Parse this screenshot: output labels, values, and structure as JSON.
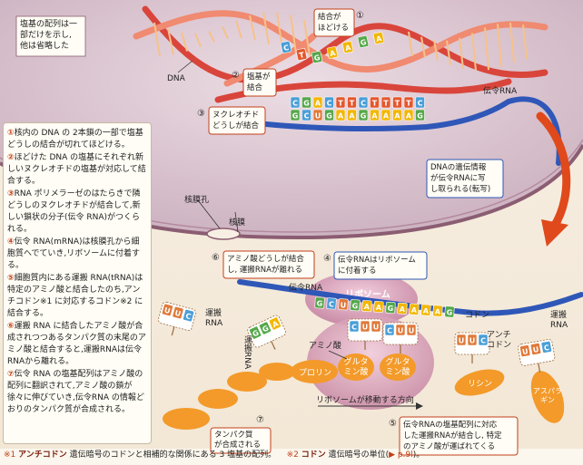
{
  "top_note": [
    "塩基の配列は一",
    "部だけを示し,",
    "他は省略した"
  ],
  "labels": {
    "dna": "DNA",
    "mrna": "伝令RNA",
    "nuclear_pore": "核膜孔",
    "nuclear_membrane": "核膜",
    "ribosome": "リボソーム",
    "mrna_on_ribosome": "伝令RNA",
    "codon": "コドン",
    "anticodon": "アンチ\nコドン",
    "trna_left": "運搬\nRNA",
    "trna_right": "運搬\nRNA",
    "trna_vertical": "運搬RNA",
    "amino_acid": "アミノ酸",
    "ribosome_direction": "リボソームが移動する方向"
  },
  "callouts": {
    "c1": {
      "num": "①",
      "text": "結合が\nほどける"
    },
    "c2": {
      "num": "②",
      "text": "塩基が\n結合"
    },
    "c3": {
      "num": "③",
      "text": "ヌクレオチド\nどうしが結合"
    },
    "transcription": {
      "text": "DNAの遺伝情報\nが伝令RNAに写\nし取られる(転写)"
    },
    "c4": {
      "num": "④",
      "text": "伝令RNAはリボソーム\nに付着する"
    },
    "c5": {
      "num": "⑤",
      "text": "伝令RNAの塩基配列に対応\nした運搬RNAが結合し, 特定\nのアミノ酸が運ばれてくる"
    },
    "c6": {
      "num": "⑥",
      "text": "アミノ酸どうしが結合\nし, 運搬RNAが離れる"
    },
    "c7": {
      "num": "⑦",
      "text": "タンパク質\nが合成される"
    }
  },
  "amino_acids": {
    "proline": "プロリン",
    "glutamine": "グルタ\nミン酸",
    "glutamic": "グルタ\nミン酸",
    "lysine": "リシン",
    "aspartic": "アスパラ\nギン"
  },
  "bases": {
    "dna_loose": [
      "C",
      "T",
      "G",
      "A",
      "A",
      "G",
      "A"
    ],
    "dna_template": [
      "C",
      "G",
      "A",
      "C",
      "T",
      "T",
      "C",
      "T",
      "T",
      "T",
      "T",
      "C"
    ],
    "rna_strand": [
      "G",
      "C",
      "U",
      "G",
      "A",
      "A",
      "G",
      "A",
      "A",
      "A",
      "A",
      "G"
    ],
    "mrna": [
      "G",
      "C",
      "U",
      "G",
      "A",
      "A",
      "G",
      "A",
      "A",
      "A",
      "A",
      "G"
    ],
    "trna_on_ribosome_1": [
      "C",
      "U",
      "U"
    ],
    "trna_on_ribosome_2": [
      "C",
      "U",
      "U"
    ],
    "trna_incoming": [
      "U",
      "U",
      "C"
    ],
    "trna_left_free": [
      "U",
      "U",
      "C"
    ],
    "trna_leaving": [
      "G",
      "G",
      "A"
    ],
    "trna_right_free": [
      "U",
      "U",
      "C"
    ]
  },
  "steps": [
    {
      "num": "①",
      "text": "核内の DNA の 2本鎖の一部で塩基どうしの結合が切れてほどける。"
    },
    {
      "num": "②",
      "text": "ほどけた DNA の塩基にそれぞれ新しいヌクレオチドの塩基が対応して結合する。"
    },
    {
      "num": "③",
      "text": "RNA ポリメラーゼのはたらきで隣どうしのヌクレオチドが結合して,新しい鎖状の分子(伝令 RNA)がつくられる。"
    },
    {
      "num": "④",
      "text": "伝令 RNA(mRNA)は核膜孔から細胞質へでていき,リボソームに付着する。"
    },
    {
      "num": "⑤",
      "text": "細胞質内にある運搬 RNA(tRNA)は特定のアミノ酸と結合したのち,アンチコドン※1 に対応するコドン※2 に結合する。"
    },
    {
      "num": "⑥",
      "text": "運搬 RNA に結合したアミノ酸が合成されつつあるタンパク質の末尾のアミノ酸と結合すると,運搬RNAは伝令RNAから離れる。"
    },
    {
      "num": "⑦",
      "text": "伝令 RNA の塩基配列はアミノ酸の配列に翻訳されて,アミノ酸の鎖が徐々に伸びていき,伝令RNA の情報どおりのタンパク質が合成される。"
    }
  ],
  "footnote": {
    "m1": "※1",
    "t1_bold": "アンチコドン",
    "t1": "遺伝暗号のコドンと相補的な関係にある 3 塩基の配列。",
    "m2": "※2",
    "t2_bold": "コドン",
    "t2": "遺伝暗号の単位(",
    "t2_ref": "▶ p.9l",
    "t2_end": ")。"
  },
  "colors": {
    "A": "#f2b705",
    "G": "#55a84a",
    "C": "#4a9fd8",
    "T": "#e4572e",
    "U": "#e07a3a",
    "nucleus": "#d9c4cf",
    "mrna": "#2f57b8",
    "arrow": "#e0491b",
    "amino": "#f39a2a"
  }
}
